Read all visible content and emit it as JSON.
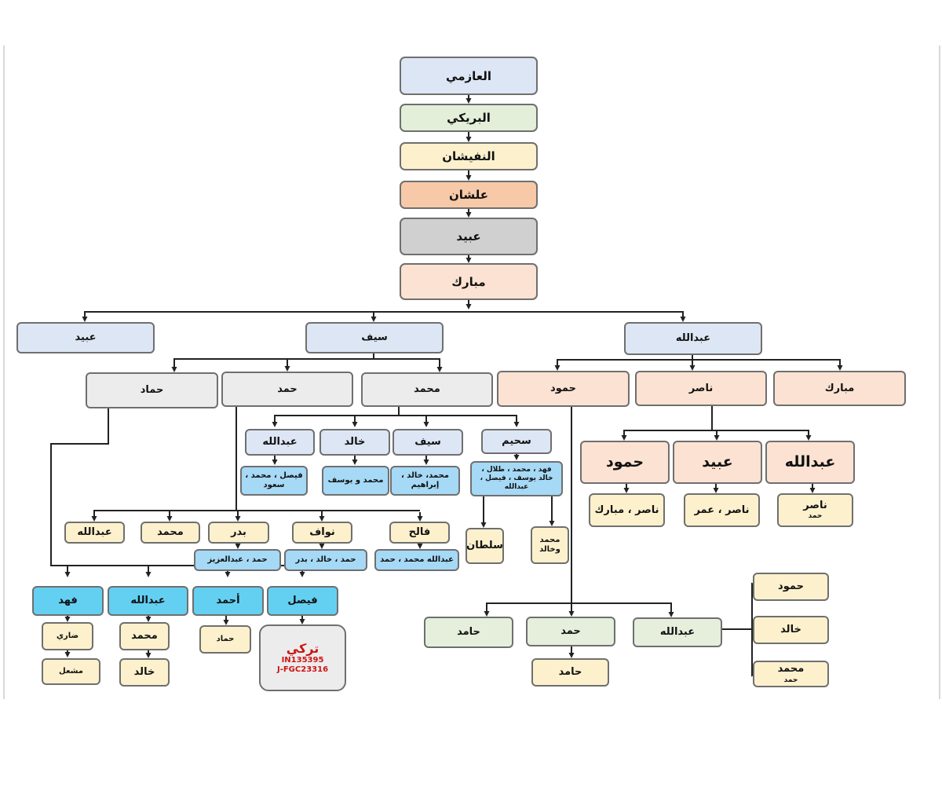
{
  "chain": [
    "العازمي",
    "البريكي",
    "النفيشان",
    "علشان",
    "عبيد",
    "مبارك"
  ],
  "gen1": {
    "right": "عبدالله",
    "center": "سيف",
    "left": "عبيد"
  },
  "saif_sons": {
    "mohammed": "محمد",
    "hamad": "حمد",
    "hammad": "حماد"
  },
  "abdullah_sons": {
    "hamoud": "حمود",
    "nasser": "ناصر",
    "mubarak": "مبارك"
  },
  "nasser_sons": {
    "abdullah": "عبدالله",
    "abdullah_kids": "ناصر",
    "abdullah_kids_sub": "حمد",
    "obaid": "عبيد",
    "obaid_kids": "ناصر ، عمر",
    "hamoud": "حمود",
    "hamoud_kids": "ناصر ، مبارك"
  },
  "mohammed_sons": {
    "suhaim": "سحيم",
    "suhaim_kids": "فهد ، محمد ، طلال ، خالد يوسف ، فيصل ، عبدالله",
    "sultan": "سلطان",
    "mk": "محمد وخالد",
    "saif": "سيف",
    "saif_kids": "محمد، خالد ، إبراهيم",
    "khalid": "خالد",
    "khalid_kids": "محمد و يوسف",
    "abdullah": "عبدالله",
    "abdullah_kids": "فيصل ، محمد ، سعود"
  },
  "hamad_sons": {
    "falih": "فالح",
    "falih_kids": "عبدالله محمد ، حمد",
    "nawaf": "نواف",
    "nawaf_kids": "حمد ، خالد ، بدر",
    "badr": "بدر",
    "badr_kids": "حمد ، عبدالعزيز",
    "mohammed": "محمد",
    "abdullah": "عبدالله"
  },
  "hammad_sons": {
    "faisal": "فيصل",
    "turki": "تركي",
    "turki_code1": "IN135395",
    "turki_code2": "J-FGC23316",
    "ahmad": "أحمد",
    "ahmad_kid": "حماد",
    "abdullah": "عبدالله",
    "abdullah_kid1": "محمد",
    "abdullah_kid2": "خالد",
    "fahd": "فهد",
    "fahd_kid1": "ضاري",
    "fahd_kid2": "مشعل"
  },
  "hamoud_sons": {
    "abdullah": "عبدالله",
    "hamad": "حمد",
    "hamad_kid": "حامد",
    "hamed": "حامد",
    "abdullah_kids": {
      "k1": "حمود",
      "k2": "خالد",
      "k3": "محمد",
      "k3_sub": "حمد"
    }
  }
}
